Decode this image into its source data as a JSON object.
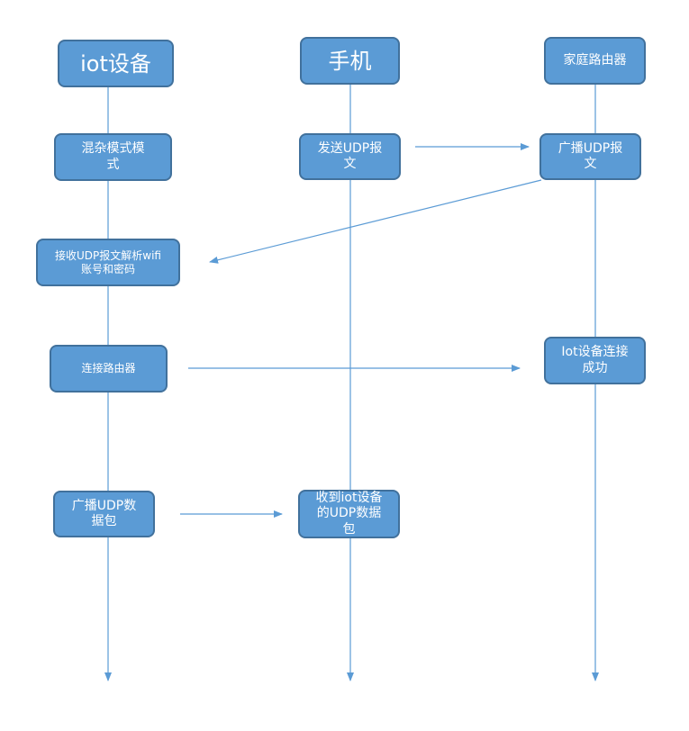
{
  "colors": {
    "box_fill": "#5b9bd5",
    "box_border": "#41719c",
    "box_text": "#ffffff",
    "line": "#5b9bd5"
  },
  "headers": {
    "iot": "iot设备",
    "phone": "手机",
    "router": "家庭路由器"
  },
  "steps": {
    "promiscuous_mode": "混杂模式模\n式",
    "send_udp": "发送UDP报\n文",
    "router_broadcast_udp": "广播UDP报\n文",
    "receive_parse": "接收UDP报文解析wifi\n账号和密码",
    "connect_router": "连接路由器",
    "iot_connected": "Iot设备连接\n成功",
    "iot_broadcast_udp": "广播UDP数\n据包",
    "phone_receive": "收到iot设备\n的UDP数据\n包"
  }
}
